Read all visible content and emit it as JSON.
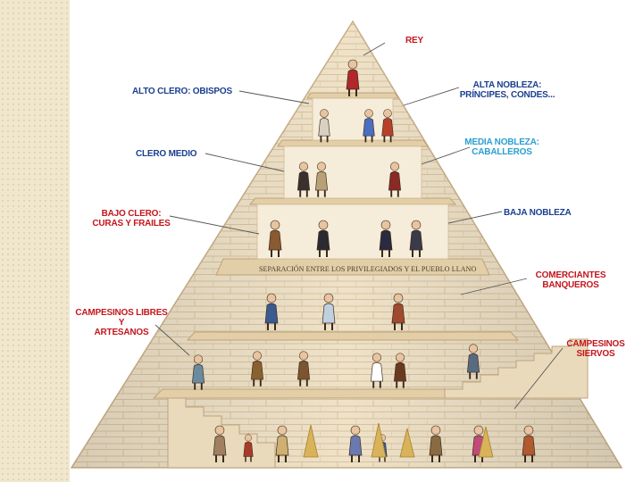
{
  "colors": {
    "stone_light": "#efe2c9",
    "stone_dark": "#dcc8a4",
    "mortar": "#c7ad86",
    "label_blue": "#1b3f8f",
    "label_cyan": "#2a9fd0",
    "label_red": "#c4161c"
  },
  "labels": {
    "rey": "REY",
    "alto_clero": "ALTO CLERO: OBISPOS",
    "alta_nobleza_1": "ALTA NOBLEZA:",
    "alta_nobleza_2": "PRÍNCIPES, CONDES...",
    "clero_medio": "CLERO MEDIO",
    "media_nobleza_1": "MEDIA NOBLEZA:",
    "media_nobleza_2": "CABALLEROS",
    "bajo_clero_1": "BAJO CLERO:",
    "bajo_clero_2": "CURAS Y FRAILES",
    "baja_nobleza": "BAJA NOBLEZA",
    "separacion": "SEPARACIÓN ENTRE LOS PRIVILEGIADOS Y EL PUEBLO LLANO",
    "comerciantes_1": "COMERCIANTES",
    "comerciantes_2": "BANQUEROS",
    "campesinos_libres_1": "CAMPESINOS LIBRES",
    "campesinos_libres_2": "Y",
    "campesinos_libres_3": "ARTESANOS",
    "campesinos_siervos_1": "CAMPESINOS",
    "campesinos_siervos_2": "SIERVOS"
  },
  "figures": [
    {
      "name": "king-figure",
      "color": "#b0282a"
    },
    {
      "name": "bishop-figure",
      "color": "#d8d0c0"
    },
    {
      "name": "noble-lady-figure",
      "color": "#4a6fc0"
    },
    {
      "name": "prince-figure",
      "color": "#b8402a"
    },
    {
      "name": "abbot-figure",
      "color": "#3a3030"
    },
    {
      "name": "monk-figure",
      "color": "#b8a078"
    },
    {
      "name": "knight-figure",
      "color": "#8a2a24"
    },
    {
      "name": "friar-figure",
      "color": "#8a5a30"
    },
    {
      "name": "priest-figure",
      "color": "#2a2a30"
    },
    {
      "name": "minor-noble-figure",
      "color": "#2a2a40"
    },
    {
      "name": "minor-noble-figure-2",
      "color": "#3a3a4a"
    },
    {
      "name": "merchant-figure",
      "color": "#3a5a90"
    },
    {
      "name": "banker-figure",
      "color": "#c0d0e0"
    },
    {
      "name": "wealthy-lady-figure",
      "color": "#a04a30"
    },
    {
      "name": "free-peasant-figure",
      "color": "#6a8aa0"
    },
    {
      "name": "craftsman-figure",
      "color": "#8a6030"
    },
    {
      "name": "carpenter-figure",
      "color": "#7a5530"
    },
    {
      "name": "tailor-figure",
      "color": "#ffffff"
    },
    {
      "name": "artisan-figure",
      "color": "#6a3a20"
    },
    {
      "name": "stair-peasant-figure",
      "color": "#5a6a80"
    },
    {
      "name": "serf-figure",
      "color": "#a08060"
    },
    {
      "name": "serf-child-figure",
      "color": "#a83a2a"
    },
    {
      "name": "reaper-figure",
      "color": "#d0b070"
    },
    {
      "name": "harvester-figure",
      "color": "#6a7ab0"
    },
    {
      "name": "serf-child-figure-2",
      "color": "#3a5a8a"
    },
    {
      "name": "binder-figure",
      "color": "#8a6a40"
    },
    {
      "name": "peasant-woman-figure",
      "color": "#c04a7a"
    },
    {
      "name": "potter-figure",
      "color": "#b05a30"
    }
  ]
}
